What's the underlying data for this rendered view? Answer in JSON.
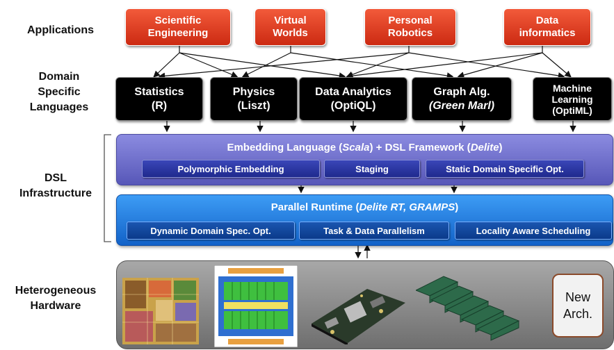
{
  "row_labels": {
    "applications": "Applications",
    "dsl_line1": "Domain",
    "dsl_line2": "Specific",
    "dsl_line3": "Languages",
    "infra_line1": "DSL",
    "infra_line2": "Infrastructure",
    "hw_line1": "Heterogeneous",
    "hw_line2": "Hardware"
  },
  "applications": [
    {
      "line1": "Scientific",
      "line2": "Engineering"
    },
    {
      "line1": "Virtual",
      "line2": "Worlds"
    },
    {
      "line1": "Personal",
      "line2": "Robotics"
    },
    {
      "line1": "Data",
      "line2": "informatics"
    }
  ],
  "dsls": [
    {
      "line1": "Statistics",
      "line2": "(R)"
    },
    {
      "line1": "Physics",
      "line2": "(Liszt)"
    },
    {
      "line1": "Data Analytics",
      "line2": "(OptiQL)"
    },
    {
      "line1": "Graph Alg.",
      "line2": "(Green Marl)"
    },
    {
      "line1": "Machine",
      "line2": "Learning",
      "line3": "(OptiML)"
    }
  ],
  "embedding": {
    "title_prefix": "Embedding Language (",
    "title_lang": "Scala",
    "title_mid": ") + DSL Framework (",
    "title_framework": "Delite",
    "title_suffix": ")",
    "items": [
      "Polymorphic Embedding",
      "Staging",
      "Static Domain Specific Opt."
    ]
  },
  "runtime": {
    "title_prefix": "Parallel Runtime (",
    "title_names": "Delite RT, GRAMPS",
    "title_suffix": ")",
    "items": [
      "Dynamic Domain Spec. Opt.",
      "Task & Data Parallelism",
      "Locality Aware Scheduling"
    ]
  },
  "hardware": {
    "new_arch_line1": "New",
    "new_arch_line2": "Arch."
  },
  "colors": {
    "app_red": "#d9341b",
    "dsl_black": "#000000",
    "embedding_purple": "#6f6fc8",
    "runtime_blue": "#1f7de0",
    "hardware_gray": "#8a8a8a"
  }
}
